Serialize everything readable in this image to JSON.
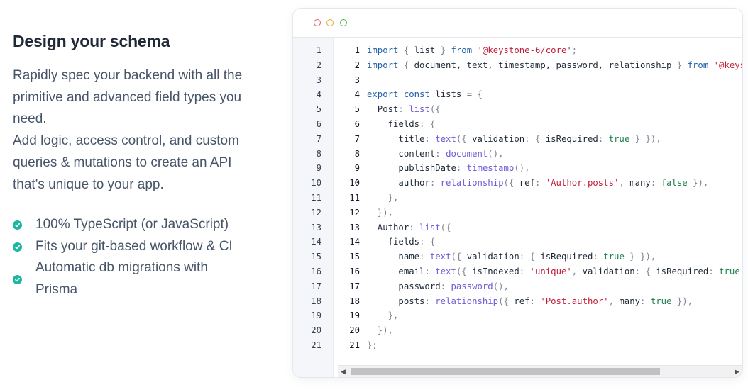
{
  "heading": "Design your schema",
  "paragraph_lines": [
    "Rapidly spec your backend with all the",
    "primitive and advanced field types you",
    "need.",
    "Add logic, access control, and custom",
    "queries & mutations to create an API",
    "that's unique to your app."
  ],
  "features": [
    {
      "lines": [
        "100% TypeScript (or JavaScript)"
      ]
    },
    {
      "lines": [
        "Fits your git-based workflow & CI"
      ]
    },
    {
      "lines": [
        "Automatic db migrations with",
        "Prisma"
      ]
    }
  ],
  "colors": {
    "accent_check": "#1fb6a0",
    "keyword": "#1f5fa8",
    "string": "#c01e3a",
    "function": "#6e5bd6",
    "literal": "#1a7f4a"
  },
  "window_controls": [
    "close-dot",
    "minimize-dot",
    "maximize-dot"
  ],
  "code_lines": [
    [
      [
        "kw",
        "import"
      ],
      [
        "pn",
        " { "
      ],
      [
        "pr",
        "list"
      ],
      [
        "pn",
        " } "
      ],
      [
        "kw",
        "from"
      ],
      [
        "pr",
        " "
      ],
      [
        "str",
        "'@keystone-6/core'"
      ],
      [
        "pn",
        ";"
      ]
    ],
    [
      [
        "kw",
        "import"
      ],
      [
        "pn",
        " { "
      ],
      [
        "pr",
        "document, text, timestamp, password, relationship"
      ],
      [
        "pn",
        " } "
      ],
      [
        "kw",
        "from"
      ],
      [
        "pr",
        " "
      ],
      [
        "str",
        "'@keysto"
      ]
    ],
    [],
    [
      [
        "kw",
        "export"
      ],
      [
        "pr",
        " "
      ],
      [
        "kw",
        "const"
      ],
      [
        "pr",
        " lists "
      ],
      [
        "pn",
        "= {"
      ]
    ],
    [
      [
        "pr",
        "  Post"
      ],
      [
        "pn",
        ": "
      ],
      [
        "fn",
        "list"
      ],
      [
        "pn",
        "({"
      ]
    ],
    [
      [
        "pr",
        "    fields"
      ],
      [
        "pn",
        ": {"
      ]
    ],
    [
      [
        "pr",
        "      title"
      ],
      [
        "pn",
        ": "
      ],
      [
        "fn",
        "text"
      ],
      [
        "pn",
        "({ "
      ],
      [
        "pr",
        "validation"
      ],
      [
        "pn",
        ": { "
      ],
      [
        "pr",
        "isRequired"
      ],
      [
        "pn",
        ": "
      ],
      [
        "lit",
        "true"
      ],
      [
        "pn",
        " } }),"
      ]
    ],
    [
      [
        "pr",
        "      content"
      ],
      [
        "pn",
        ": "
      ],
      [
        "fn",
        "document"
      ],
      [
        "pn",
        "(),"
      ]
    ],
    [
      [
        "pr",
        "      publishDate"
      ],
      [
        "pn",
        ": "
      ],
      [
        "fn",
        "timestamp"
      ],
      [
        "pn",
        "(),"
      ]
    ],
    [
      [
        "pr",
        "      author"
      ],
      [
        "pn",
        ": "
      ],
      [
        "fn",
        "relationship"
      ],
      [
        "pn",
        "({ "
      ],
      [
        "pr",
        "ref"
      ],
      [
        "pn",
        ": "
      ],
      [
        "str",
        "'Author.posts'"
      ],
      [
        "pn",
        ", "
      ],
      [
        "pr",
        "many"
      ],
      [
        "pn",
        ": "
      ],
      [
        "lit",
        "false"
      ],
      [
        "pn",
        " }),"
      ]
    ],
    [
      [
        "pn",
        "    },"
      ]
    ],
    [
      [
        "pn",
        "  }),"
      ]
    ],
    [
      [
        "pr",
        "  Author"
      ],
      [
        "pn",
        ": "
      ],
      [
        "fn",
        "list"
      ],
      [
        "pn",
        "({"
      ]
    ],
    [
      [
        "pr",
        "    fields"
      ],
      [
        "pn",
        ": {"
      ]
    ],
    [
      [
        "pr",
        "      name"
      ],
      [
        "pn",
        ": "
      ],
      [
        "fn",
        "text"
      ],
      [
        "pn",
        "({ "
      ],
      [
        "pr",
        "validation"
      ],
      [
        "pn",
        ": { "
      ],
      [
        "pr",
        "isRequired"
      ],
      [
        "pn",
        ": "
      ],
      [
        "lit",
        "true"
      ],
      [
        "pn",
        " } }),"
      ]
    ],
    [
      [
        "pr",
        "      email"
      ],
      [
        "pn",
        ": "
      ],
      [
        "fn",
        "text"
      ],
      [
        "pn",
        "({ "
      ],
      [
        "pr",
        "isIndexed"
      ],
      [
        "pn",
        ": "
      ],
      [
        "str",
        "'unique'"
      ],
      [
        "pn",
        ", "
      ],
      [
        "pr",
        "validation"
      ],
      [
        "pn",
        ": { "
      ],
      [
        "pr",
        "isRequired"
      ],
      [
        "pn",
        ": "
      ],
      [
        "lit",
        "true"
      ],
      [
        "pn",
        " }"
      ]
    ],
    [
      [
        "pr",
        "      password"
      ],
      [
        "pn",
        ": "
      ],
      [
        "fn",
        "password"
      ],
      [
        "pn",
        "(),"
      ]
    ],
    [
      [
        "pr",
        "      posts"
      ],
      [
        "pn",
        ": "
      ],
      [
        "fn",
        "relationship"
      ],
      [
        "pn",
        "({ "
      ],
      [
        "pr",
        "ref"
      ],
      [
        "pn",
        ": "
      ],
      [
        "str",
        "'Post.author'"
      ],
      [
        "pn",
        ", "
      ],
      [
        "pr",
        "many"
      ],
      [
        "pn",
        ": "
      ],
      [
        "lit",
        "true"
      ],
      [
        "pn",
        " }),"
      ]
    ],
    [
      [
        "pn",
        "    },"
      ]
    ],
    [
      [
        "pn",
        "  }),"
      ]
    ],
    [
      [
        "pn",
        "};"
      ]
    ]
  ],
  "line_numbers": [
    "1",
    "2",
    "3",
    "4",
    "5",
    "6",
    "7",
    "8",
    "9",
    "10",
    "11",
    "12",
    "13",
    "14",
    "15",
    "16",
    "17",
    "18",
    "19",
    "20",
    "21"
  ],
  "scrollbar": {
    "left_arrow": "◀",
    "right_arrow": "▶"
  }
}
